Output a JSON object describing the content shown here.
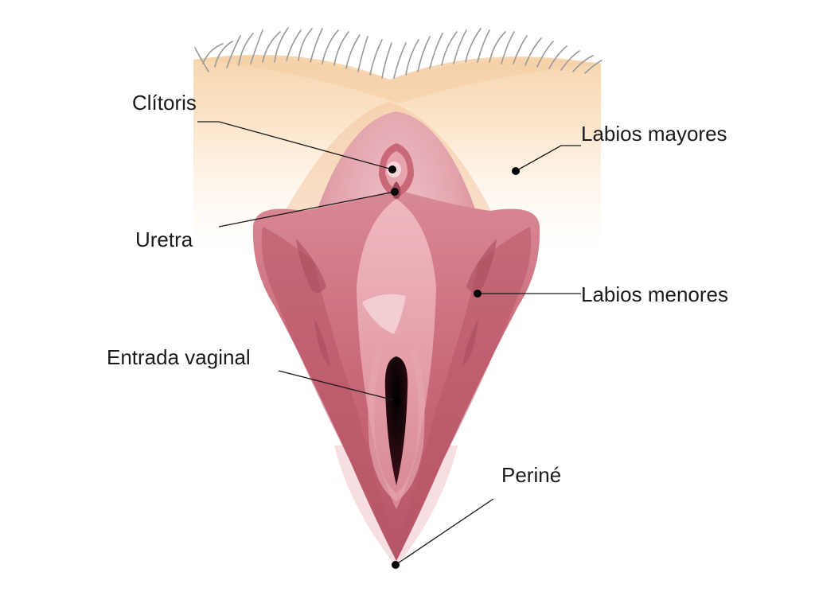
{
  "labels": {
    "clitoris": "Clítoris",
    "uretra": "Uretra",
    "entrada_vaginal": "Entrada vaginal",
    "labios_mayores": "Labios mayores",
    "labios_menores": "Labios menores",
    "perine": "Periné"
  },
  "colors": {
    "skin": "#fbe4c7",
    "hair": "#9a9a9a",
    "mucosa": "#c86a79",
    "mucosa_dark": "#a64a5c",
    "leader": "#1a1a1a"
  }
}
